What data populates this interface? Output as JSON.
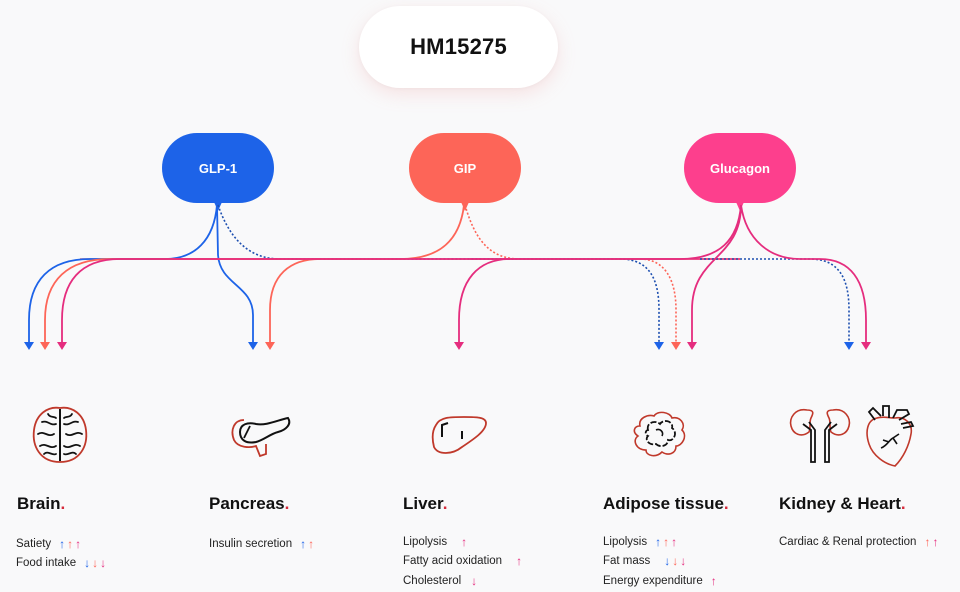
{
  "title": "HM15275",
  "agonists": [
    {
      "id": "glp1",
      "label": "GLP-1",
      "color": "#1d63e8"
    },
    {
      "id": "gip",
      "label": "GIP",
      "color": "#fd6558"
    },
    {
      "id": "glucagon",
      "label": "Glucagon",
      "color": "#fd3f8d"
    }
  ],
  "accent_color": "#d62a3a",
  "organs": [
    {
      "name": "Brain",
      "icon": "brain-icon",
      "effects": [
        {
          "label": "Satiety",
          "arrows": [
            {
              "dir": "↑",
              "color": "blue"
            },
            {
              "dir": "↑",
              "color": "salmon"
            },
            {
              "dir": "↑",
              "color": "pink"
            }
          ]
        },
        {
          "label": "Food intake",
          "arrows": [
            {
              "dir": "↓",
              "color": "blue"
            },
            {
              "dir": "↓",
              "color": "salmon"
            },
            {
              "dir": "↓",
              "color": "pink"
            }
          ]
        }
      ]
    },
    {
      "name": "Pancreas",
      "icon": "pancreas-icon",
      "effects": [
        {
          "label": "Insulin secretion",
          "arrows": [
            {
              "dir": "↑",
              "color": "blue"
            },
            {
              "dir": "↑",
              "color": "salmon"
            }
          ]
        }
      ]
    },
    {
      "name": "Liver",
      "icon": "liver-icon",
      "effects": [
        {
          "label": "Lipolysis",
          "arrows": [
            {
              "dir": "↑",
              "color": "pink"
            }
          ]
        },
        {
          "label": "Fatty acid oxidation",
          "arrows": [
            {
              "dir": "↑",
              "color": "pink"
            }
          ]
        },
        {
          "label": "Cholesterol",
          "arrows": [
            {
              "dir": "↓",
              "color": "pink"
            }
          ]
        }
      ]
    },
    {
      "name": "Adipose tissue",
      "icon": "adipose-icon",
      "effects": [
        {
          "label": "Lipolysis",
          "arrows": [
            {
              "dir": "↑",
              "color": "blue"
            },
            {
              "dir": "↑",
              "color": "salmon"
            },
            {
              "dir": "↑",
              "color": "pink"
            }
          ]
        },
        {
          "label": "Fat mass",
          "arrows": [
            {
              "dir": "↓",
              "color": "blue"
            },
            {
              "dir": "↓",
              "color": "salmon"
            },
            {
              "dir": "↓",
              "color": "pink"
            }
          ]
        },
        {
          "label": "Energy expenditure",
          "arrows": [
            {
              "dir": "↑",
              "color": "pink"
            }
          ]
        }
      ]
    },
    {
      "name": "Kidney & Heart",
      "icon": "kidney-heart-icon",
      "effects": [
        {
          "label": "Cardiac & Renal protection",
          "arrows": [
            {
              "dir": "↑",
              "color": "salmon"
            },
            {
              "dir": "↑",
              "color": "pink"
            }
          ]
        }
      ]
    }
  ]
}
